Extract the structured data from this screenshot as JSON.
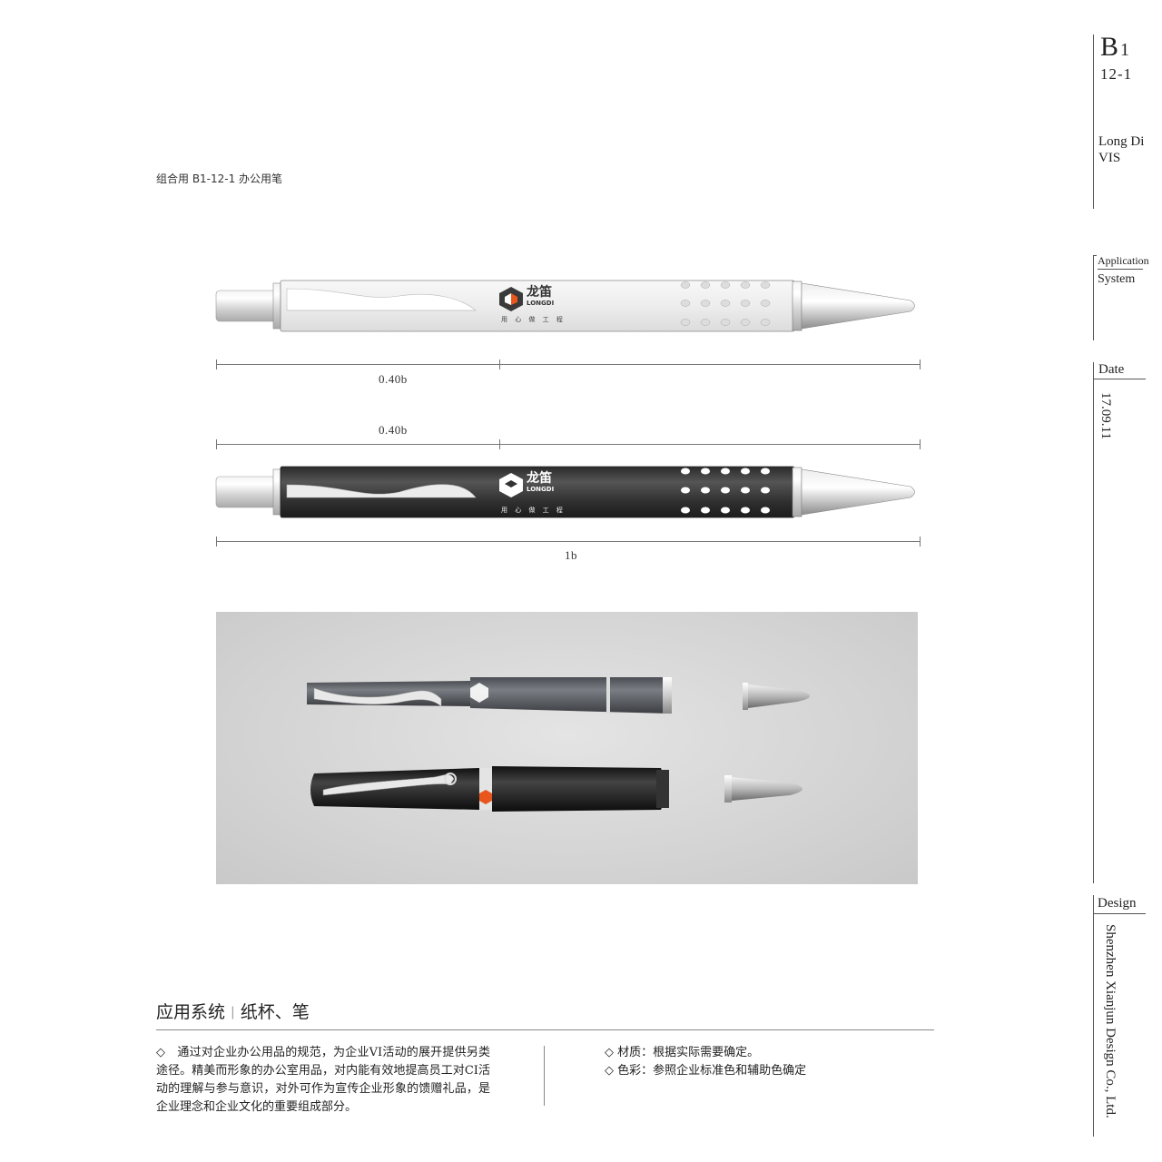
{
  "sidebar": {
    "code_main": "B",
    "code_main_suffix": "1",
    "code_sub": "12-1",
    "brand_line1": "Long Di",
    "brand_line2": "VIS",
    "section_line1": "Application",
    "section_line2": "System",
    "date_label": "Date",
    "date_value": "17.09.11",
    "design_label": "Design",
    "designer": "Shenzhen Xianjun Design Co., Ltd."
  },
  "caption": "组合用 B1-12-1 办公用笔",
  "dimensions": {
    "upper_label": "0.40b",
    "middle_label": "0.40b",
    "total_label": "1b"
  },
  "pen_logo": {
    "brand_cn": "龙笛",
    "brand_en": "LONGDI",
    "slogan": "用 心 做 工 程"
  },
  "colors": {
    "brand_orange": "#e8561d",
    "brand_dark": "#333333",
    "photo_bg": "#d6d6d6"
  },
  "footer": {
    "title": "应用系统",
    "subtitle": "纸杯、笔",
    "body_left": "◇　通过对企业办公用品的规范，为企业VI活动的展开提供另类途径。精美而形象的办公室用品，对内能有效地提高员工对CI活动的理解与参与意识，对外可作为宣传企业形象的馈赠礼品，是企业理念和企业文化的重要组成部分。",
    "body_right": [
      "◇ 材质：根据实际需要确定。",
      "◇ 色彩：参照企业标准色和辅助色确定"
    ]
  }
}
